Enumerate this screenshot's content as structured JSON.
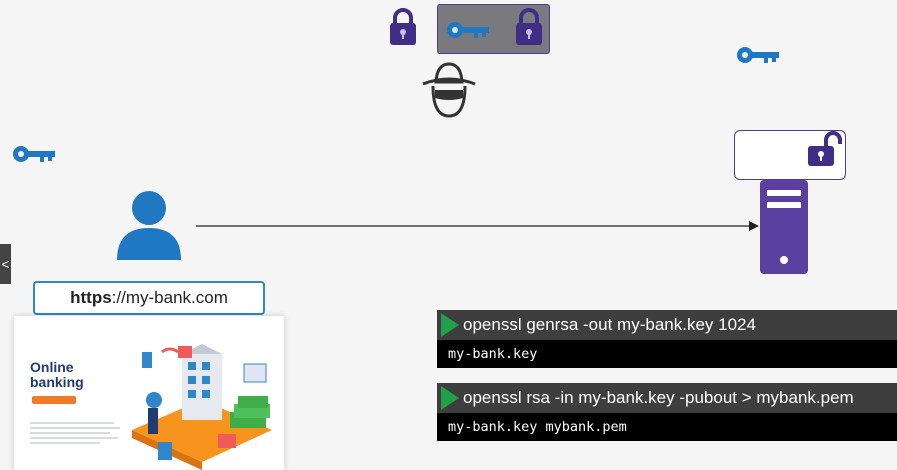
{
  "url_bar": {
    "scheme": "https",
    "rest": "://my-bank.com"
  },
  "card": {
    "title_line1": "Online",
    "title_line2": "banking"
  },
  "commands": [
    {
      "command": "openssl genrsa -out my-bank.key 1024",
      "output": "my-bank.key"
    },
    {
      "command": "openssl rsa -in my-bank.key -pubout > mybank.pem",
      "output": "my-bank.key mybank.pem"
    }
  ],
  "side_tab": {
    "glyph": "<"
  },
  "icons": {
    "user": "user-icon",
    "server": "server-icon",
    "hacker": "hacker-icon",
    "key": "key-icon",
    "lock": "padlock-icon"
  },
  "colors": {
    "key_blue": "#1f78c1",
    "lock_purple": "#3f2d86",
    "server_purple": "#5a3f9e",
    "user_blue": "#1f78c1",
    "play_green": "#21a04a"
  }
}
